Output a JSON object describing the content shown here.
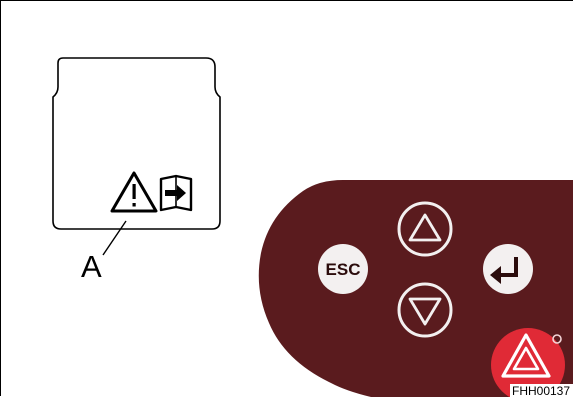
{
  "display": {
    "warning_icon": "warning-triangle-icon",
    "manual_icon": "operator-manual-icon"
  },
  "callout": {
    "label": "A"
  },
  "keypad": {
    "esc_label": "ESC",
    "up_icon": "up-triangle-icon",
    "down_icon": "down-triangle-icon",
    "enter_icon": "enter-arrow-icon",
    "hazard_icon": "hazard-warning-icon"
  },
  "reference_code": "FHH00137",
  "colors": {
    "panel": "#5a1b1e",
    "panel_edge": "#7a2c30",
    "key_fill": "#f3f0f0",
    "hazard": "#e02a36",
    "line": "#000000"
  }
}
